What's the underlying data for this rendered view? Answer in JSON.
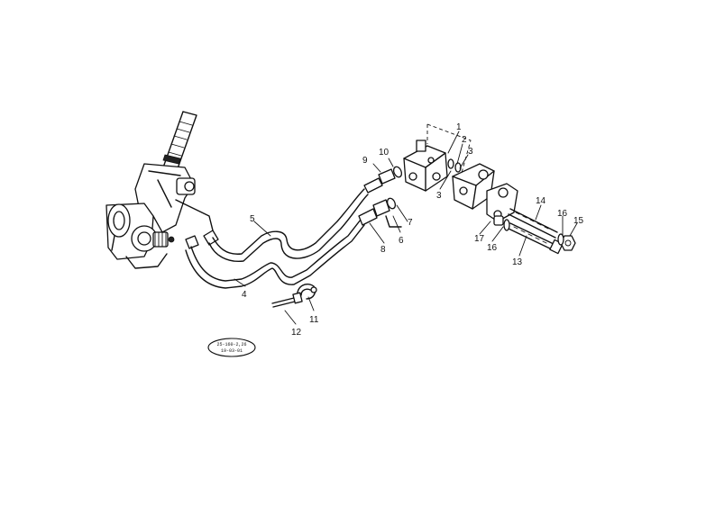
{
  "callouts": {
    "c1": "1",
    "c2": "2",
    "c3a": "3",
    "c3b": "3",
    "c4": "4",
    "c5": "5",
    "c6": "6",
    "c7": "7",
    "c8": "8",
    "c9": "9",
    "c10": "10",
    "c11": "11",
    "c12": "12",
    "c13": "13",
    "c14": "14",
    "c15": "15",
    "c16a": "16",
    "c16b": "16",
    "c17": "17"
  },
  "stamp": {
    "line1": "25-160-2,26",
    "line2": "19-03-01"
  }
}
